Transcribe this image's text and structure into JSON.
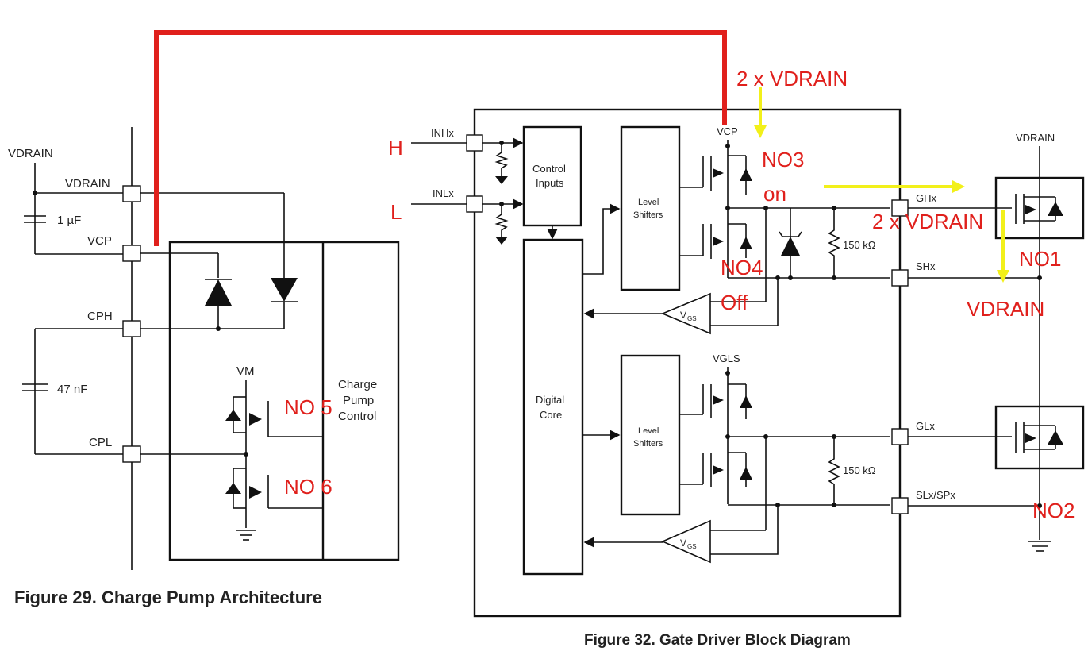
{
  "left": {
    "caption": "Figure 29.  Charge Pump Architecture",
    "labels": {
      "vdrain_node": "VDRAIN",
      "vdrain_pin": "VDRAIN",
      "cap1": "1 µF",
      "vcp": "VCP",
      "cph": "CPH",
      "cap2": "47 nF",
      "cpl": "CPL",
      "vm": "VM",
      "cp_control_1": "Charge",
      "cp_control_2": "Pump",
      "cp_control_3": "Control"
    }
  },
  "right": {
    "caption": "Figure 32.  Gate Driver Block Diagram",
    "labels": {
      "inhx": "INHx",
      "inlx": "INLx",
      "control_1": "Control",
      "control_2": "Inputs",
      "level_shifters_1": "Level",
      "level_shifters_2": "Shifters",
      "digital_1": "Digital",
      "digital_2": "Core",
      "vcp": "VCP",
      "vgls": "VGLS",
      "ghx": "GHx",
      "shx": "SHx",
      "glx": "GLx",
      "slx": "SLx/SPx",
      "res1": "150 kΩ",
      "res2": "150 kΩ",
      "vgs": "V",
      "vgs_sub": "GS",
      "vdrain_ext": "VDRAIN"
    }
  },
  "annotations": {
    "two_vdrain_top": "2 x VDRAIN",
    "h": "H",
    "l": "L",
    "no3": "NO3",
    "on": "on",
    "two_vdrain_mid": "2 x VDRAIN",
    "no1": "NO1",
    "no4": "NO4",
    "off": "Off",
    "vdrain_red": "VDRAIN",
    "no5": "NO 5",
    "no6": "NO 6",
    "no2": "NO2"
  },
  "colors": {
    "annotation": "#e0201c",
    "arrow": "#f2f01a",
    "wire": "#111111"
  }
}
